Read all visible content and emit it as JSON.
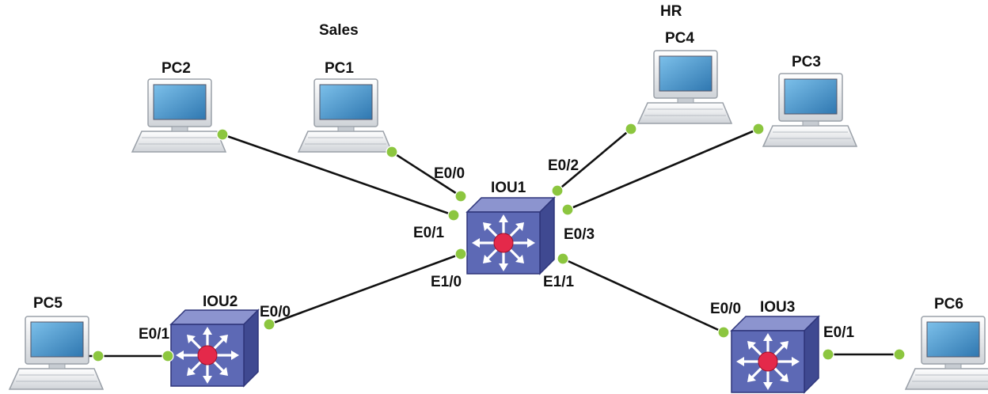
{
  "colors": {
    "link": "#111111",
    "port_dot": "#8cc63f",
    "switch_front": "#5d69b5",
    "switch_top": "#8c94cf",
    "switch_side": "#3f4991",
    "switch_core": "#e4294a",
    "screen": "#3f8fc6",
    "pc_body": "#eef0f2"
  },
  "groups": {
    "sales": "Sales",
    "hr": "HR"
  },
  "devices": {
    "pc1": {
      "label": "PC1",
      "icon": "pc-icon"
    },
    "pc2": {
      "label": "PC2",
      "icon": "pc-icon"
    },
    "pc3": {
      "label": "PC3",
      "icon": "pc-icon"
    },
    "pc4": {
      "label": "PC4",
      "icon": "pc-icon"
    },
    "pc5": {
      "label": "PC5",
      "icon": "pc-icon"
    },
    "pc6": {
      "label": "PC6",
      "icon": "pc-icon"
    },
    "iou1": {
      "label": "IOU1",
      "icon": "multilayer-switch-icon"
    },
    "iou2": {
      "label": "IOU2",
      "icon": "multilayer-switch-icon"
    },
    "iou3": {
      "label": "IOU3",
      "icon": "multilayer-switch-icon"
    }
  },
  "ports": {
    "iou1_e00": "E0/0",
    "iou1_e01": "E0/1",
    "iou1_e02": "E0/2",
    "iou1_e03": "E0/3",
    "iou1_e10": "E1/0",
    "iou1_e11": "E1/1",
    "iou2_e00": "E0/0",
    "iou2_e01": "E0/1",
    "iou3_e00": "E0/0",
    "iou3_e01": "E0/1"
  }
}
